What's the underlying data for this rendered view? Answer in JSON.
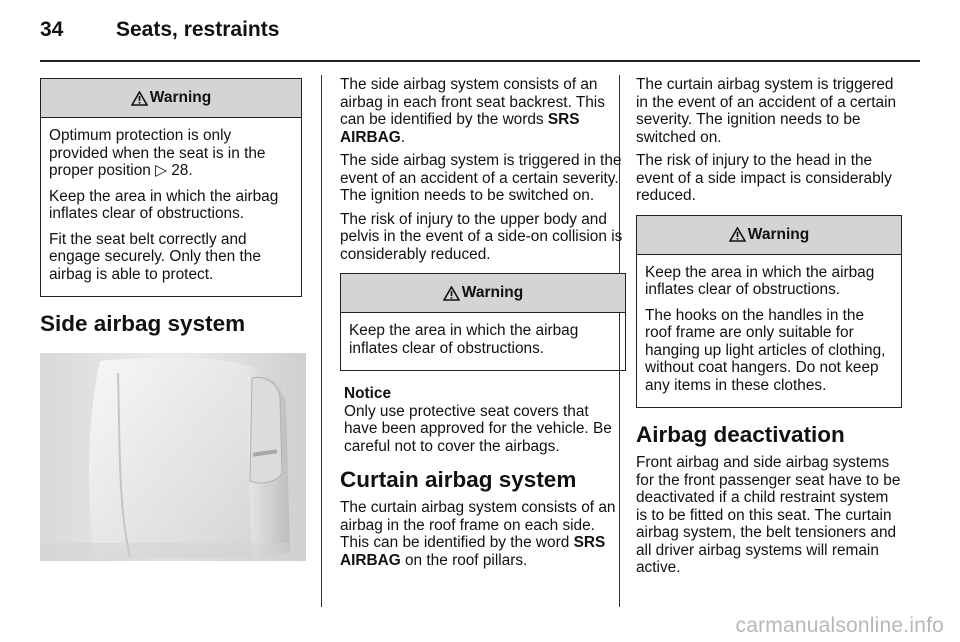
{
  "header": {
    "page_number": "34",
    "section_title": "Seats, restraints"
  },
  "col1": {
    "warning_title": "Warning",
    "warning_paragraphs": [
      "Optimum protection is only provided when the seat is in the proper position",
      "Keep the area in which the airbag inflates clear of obstructions.",
      "Fit the seat belt correctly and engage securely. Only then the airbag is able to protect."
    ],
    "warning_ref_page": "28.",
    "heading": "Side airbag system"
  },
  "col2": {
    "p1_text": "The side airbag system consists of an airbag in each front seat backrest. This can be identified by the words",
    "p1_bold": "SRS AIRBAG",
    "p1_end": ".",
    "p2": "The side airbag system is triggered in the event of an accident of a certain severity. The ignition needs to be switched on.",
    "p3": "The risk of injury to the upper body and pelvis in the event of a side-on collision is considerably reduced.",
    "warning_title": "Warning",
    "warning_text": "Keep the area in which the airbag inflates clear of obstructions.",
    "notice_label": "Notice",
    "notice_text": "Only use protective seat covers that have been approved for the vehicle. Be careful not to cover the airbags.",
    "heading": "Curtain airbag system",
    "p4_text": "The curtain airbag system consists of an airbag in the roof frame on each side. This can be identified by the word",
    "p4_bold": "SRS AIRBAG",
    "p4_end": "on the roof pillars."
  },
  "col3": {
    "p1": "The curtain airbag system is triggered in the event of an accident of a certain severity. The ignition needs to be switched on.",
    "p2": "The risk of injury to the head in the event of a side impact is considerably reduced.",
    "warning_title": "Warning",
    "warning_paragraphs": [
      "Keep the area in which the airbag inflates clear of obstructions.",
      "The hooks on the handles in the roof frame are only suitable for hanging up light articles of clothing, without coat hangers. Do not keep any items in these clothes."
    ],
    "heading": "Airbag deactivation",
    "p3": "Front airbag and side airbag systems for the front passenger seat have to be deactivated if a child restraint system is to be fitted on this seat. The curtain airbag system, the belt tensioners and all driver airbag systems will remain active."
  },
  "watermark": "carmanualsonline.info"
}
